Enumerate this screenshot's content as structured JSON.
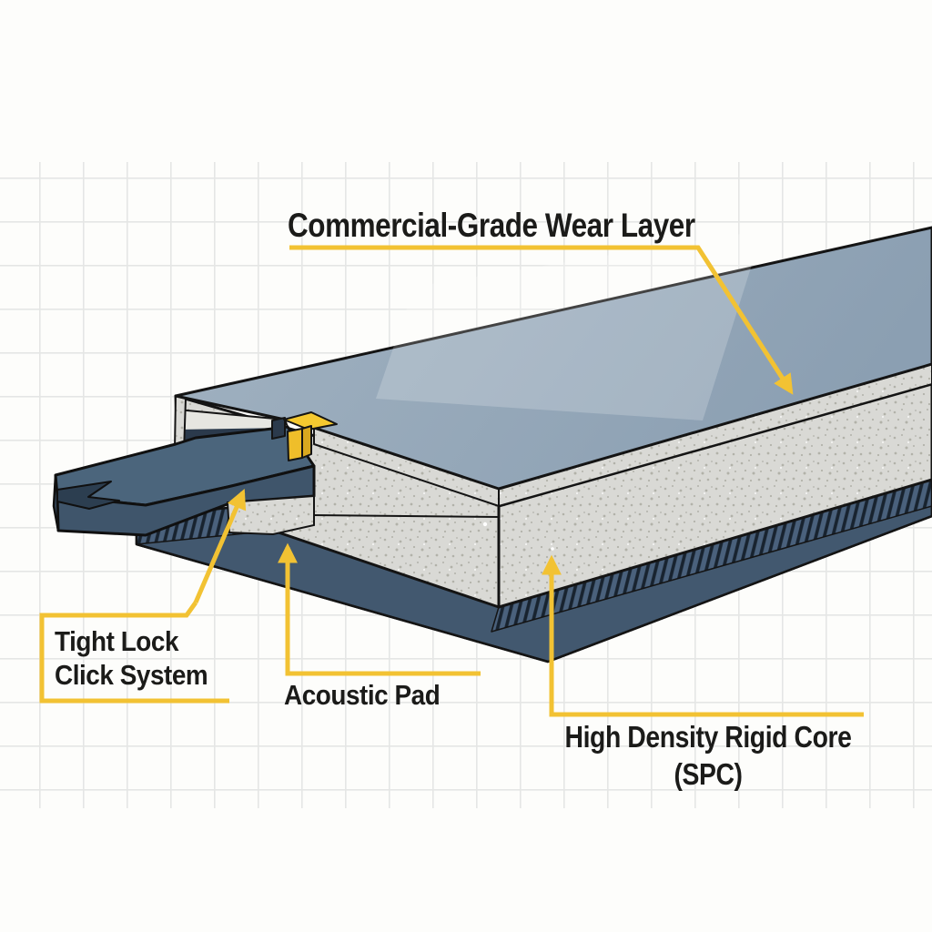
{
  "diagram": {
    "type": "flooring-plank-cross-section",
    "subject": "SPC luxury vinyl plank construction diagram",
    "layers": [
      {
        "id": "wear_layer",
        "label": "Commercial-Grade Wear Layer",
        "color": "#93A6B7"
      },
      {
        "id": "click_system",
        "label": "Tight Lock Click System",
        "color": "#4B657C"
      },
      {
        "id": "rigid_core",
        "label": "High Density Rigid Core (SPC)",
        "color": "#D9D9D5"
      },
      {
        "id": "acoustic_pad",
        "label": "Acoustic Pad",
        "color": "#42586F"
      }
    ]
  },
  "labels": {
    "wear_layer": "Commercial-Grade Wear Layer",
    "click_line1": "Tight Lock",
    "click_line2": "Click System",
    "acoustic_pad": "Acoustic Pad",
    "core_line1": "High Density Rigid Core",
    "core_line2": "(SPC)"
  },
  "colors": {
    "annotation_yellow": "#F2C233",
    "clip_yellow": "#F5C930",
    "label_text": "#1B1B19",
    "core_speckle_base": "#D9D9D5",
    "pad_dark_slate": "#42586F",
    "tongue_slate": "#4B657C",
    "top_surface_blue_gray": "#93A6B7",
    "grid_line": "#E5E6E5",
    "background": "#FDFDFB",
    "outline": "#141414"
  }
}
